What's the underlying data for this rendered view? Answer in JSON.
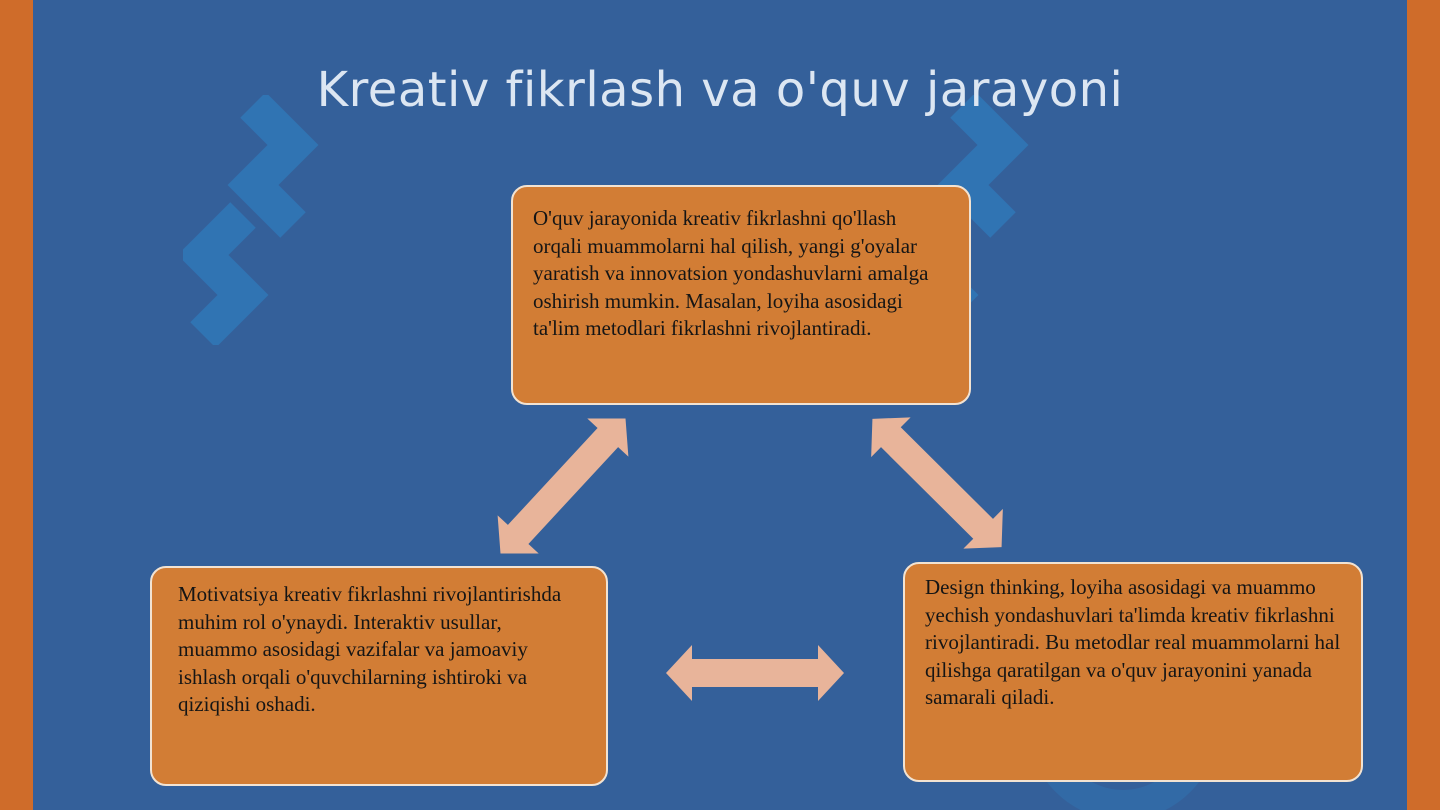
{
  "slide": {
    "title": "Kreativ fikrlash va o'quv jarayoni",
    "background_color": "#34609A",
    "frame_color": "#CF6C2A",
    "box_color": "#D27D35",
    "arrow_color": "#E8B49A"
  },
  "boxes": {
    "top": "O'quv jarayonida kreativ fikrlashni qo'llash orqali muammolarni hal qilish, yangi g'oyalar yaratish va innovatsion yondashuvlarni amalga oshirish mumkin. Masalan, loyiha asosidagi ta'lim metodlari fikrlashni rivojlantiradi.",
    "left": "Motivatsiya kreativ fikrlashni rivojlantirishda muhim rol o'ynaydi. Interaktiv usullar, muammo asosidagi vazifalar va jamoaviy ishlash orqali o'quvchilarning ishtiroki va qiziqishi oshadi.",
    "right": "Design thinking, loyiha asosidagi va muammo yechish yondashuvlari ta'limda kreativ fikrlashni rivojlantiradi. Bu metodlar real muammolarni hal qilishga qaratilgan va o'quv jarayonini yanada samarali qiladi."
  },
  "arrows": {
    "style": "double-headed",
    "connections": [
      [
        "top",
        "left"
      ],
      [
        "top",
        "right"
      ],
      [
        "left",
        "right"
      ]
    ]
  },
  "watermark": {
    "icon": "sof-logo-watermark"
  }
}
